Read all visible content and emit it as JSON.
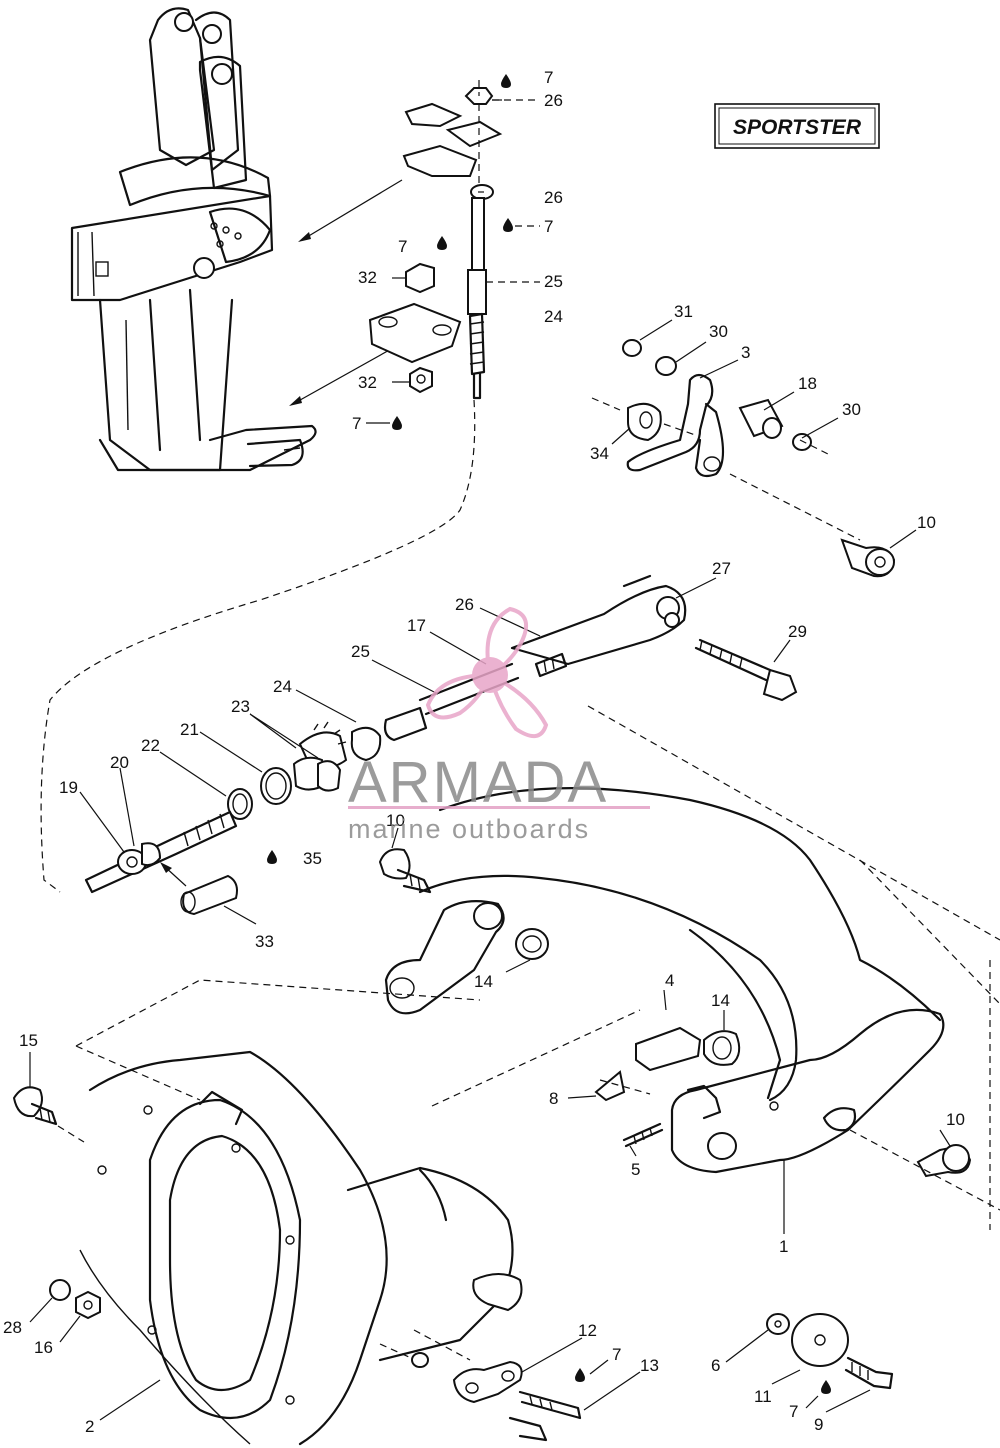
{
  "diagram": {
    "badge": "SPORTSTER",
    "watermark": {
      "brand": "ARMADA",
      "tagline": "marine outboards",
      "colors": {
        "propeller": "#e8a5c8",
        "text": "#8a8a8a",
        "rule": "#e3a0c5"
      }
    },
    "callouts": [
      {
        "id": "c7a",
        "label": "7"
      },
      {
        "id": "c26a",
        "label": "26"
      },
      {
        "id": "c26b",
        "label": "26"
      },
      {
        "id": "c7b",
        "label": "7"
      },
      {
        "id": "c7c",
        "label": "7"
      },
      {
        "id": "c32a",
        "label": "32"
      },
      {
        "id": "c25a",
        "label": "25"
      },
      {
        "id": "c24a",
        "label": "24"
      },
      {
        "id": "c32b",
        "label": "32"
      },
      {
        "id": "c7d",
        "label": "7"
      },
      {
        "id": "c31",
        "label": "31"
      },
      {
        "id": "c30a",
        "label": "30"
      },
      {
        "id": "c3",
        "label": "3"
      },
      {
        "id": "c18",
        "label": "18"
      },
      {
        "id": "c30b",
        "label": "30"
      },
      {
        "id": "c34",
        "label": "34"
      },
      {
        "id": "c10a",
        "label": "10"
      },
      {
        "id": "c27",
        "label": "27"
      },
      {
        "id": "c26c",
        "label": "26"
      },
      {
        "id": "c29",
        "label": "29"
      },
      {
        "id": "c17",
        "label": "17"
      },
      {
        "id": "c25b",
        "label": "25"
      },
      {
        "id": "c24b",
        "label": "24"
      },
      {
        "id": "c23",
        "label": "23"
      },
      {
        "id": "c21",
        "label": "21"
      },
      {
        "id": "c22",
        "label": "22"
      },
      {
        "id": "c20",
        "label": "20"
      },
      {
        "id": "c19",
        "label": "19"
      },
      {
        "id": "c10b",
        "label": "10"
      },
      {
        "id": "c35",
        "label": "35"
      },
      {
        "id": "c33",
        "label": "33"
      },
      {
        "id": "c14a",
        "label": "14"
      },
      {
        "id": "c4",
        "label": "4"
      },
      {
        "id": "c14b",
        "label": "14"
      },
      {
        "id": "c15",
        "label": "15"
      },
      {
        "id": "c8",
        "label": "8"
      },
      {
        "id": "c10c",
        "label": "10"
      },
      {
        "id": "c5",
        "label": "5"
      },
      {
        "id": "c1",
        "label": "1"
      },
      {
        "id": "c28",
        "label": "28"
      },
      {
        "id": "c16",
        "label": "16"
      },
      {
        "id": "c12",
        "label": "12"
      },
      {
        "id": "c7e",
        "label": "7"
      },
      {
        "id": "c13",
        "label": "13"
      },
      {
        "id": "c6",
        "label": "6"
      },
      {
        "id": "c11",
        "label": "11"
      },
      {
        "id": "c7f",
        "label": "7"
      },
      {
        "id": "c9",
        "label": "9"
      },
      {
        "id": "c2",
        "label": "2"
      }
    ]
  }
}
